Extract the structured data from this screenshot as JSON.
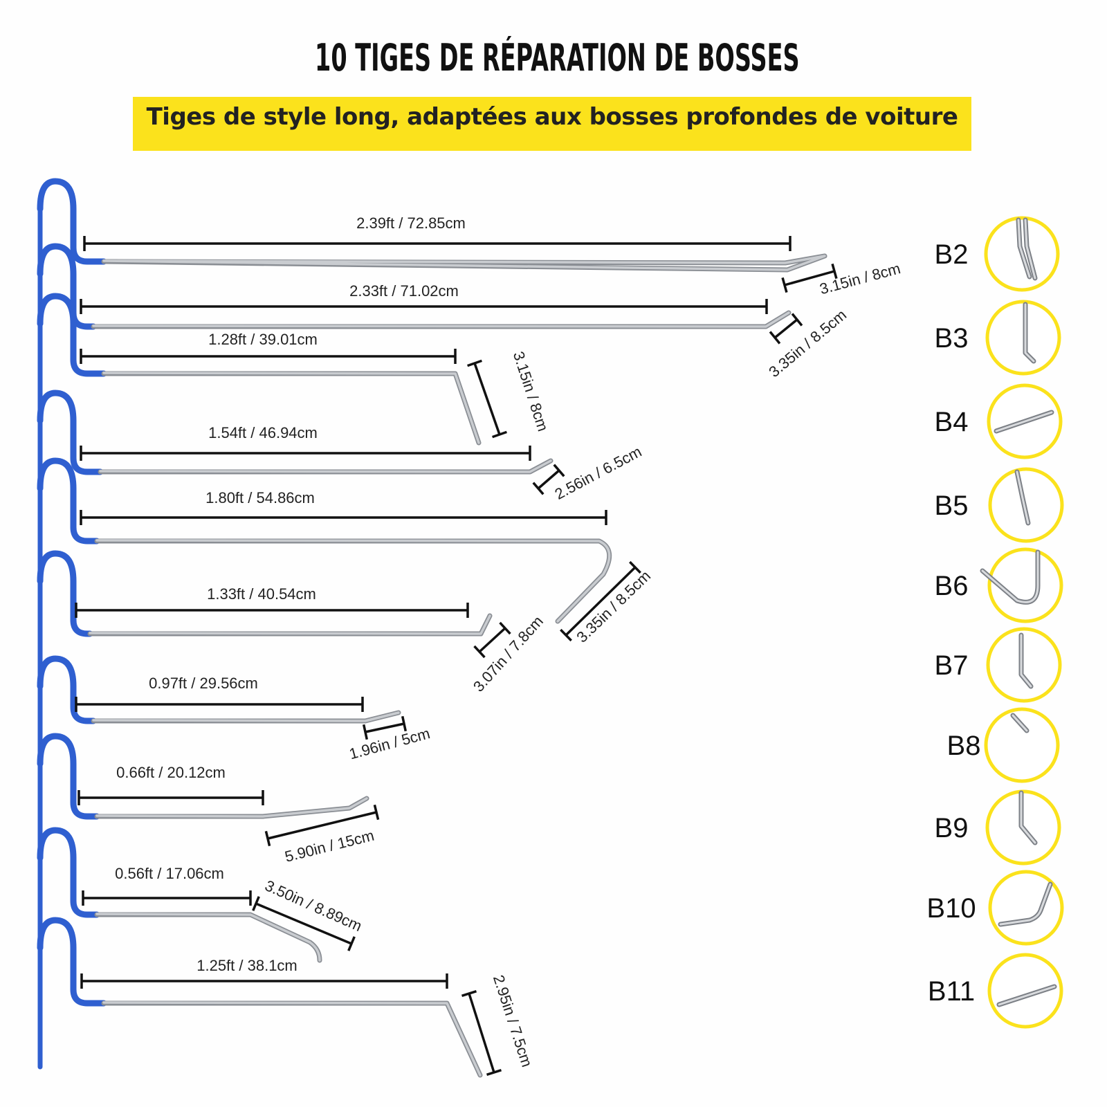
{
  "header": {
    "title": "10 TIGES DE RÉPARATION DE BOSSES",
    "subtitle": "Tiges de style long, adaptées aux bosses profondes de voiture"
  },
  "colors": {
    "handle": "#2f5fd0",
    "rod": "#c9ccd0",
    "highlight": "#fbe21c",
    "dimension_line": "#111111"
  },
  "rods": [
    {
      "length_label": "2.39ft / 72.85cm",
      "tip_label": "3.15in / 8cm"
    },
    {
      "length_label": "2.33ft / 71.02cm",
      "tip_label": "3.35in / 8.5cm"
    },
    {
      "length_label": "1.28ft / 39.01cm",
      "tip_label": "3.15in / 8cm"
    },
    {
      "length_label": "1.54ft / 46.94cm",
      "tip_label": "2.56in / 6.5cm"
    },
    {
      "length_label": "1.80ft / 54.86cm",
      "tip_label": "3.35in / 8.5cm"
    },
    {
      "length_label": "1.33ft / 40.54cm",
      "tip_label": "3.07in / 7.8cm"
    },
    {
      "length_label": "0.97ft / 29.56cm",
      "tip_label": "1.96in / 5cm"
    },
    {
      "length_label": "0.66ft / 20.12cm",
      "tip_label": "5.90in / 15cm"
    },
    {
      "length_label": "0.56ft / 17.06cm",
      "tip_label": "3.50in / 8.89cm"
    },
    {
      "length_label": "1.25ft / 38.1cm",
      "tip_label": "2.95in / 7.5cm"
    }
  ],
  "tips": [
    {
      "code": "B2"
    },
    {
      "code": "B3"
    },
    {
      "code": "B4"
    },
    {
      "code": "B5"
    },
    {
      "code": "B6"
    },
    {
      "code": "B7"
    },
    {
      "code": "B8"
    },
    {
      "code": "B9"
    },
    {
      "code": "B10"
    },
    {
      "code": "B11"
    }
  ]
}
